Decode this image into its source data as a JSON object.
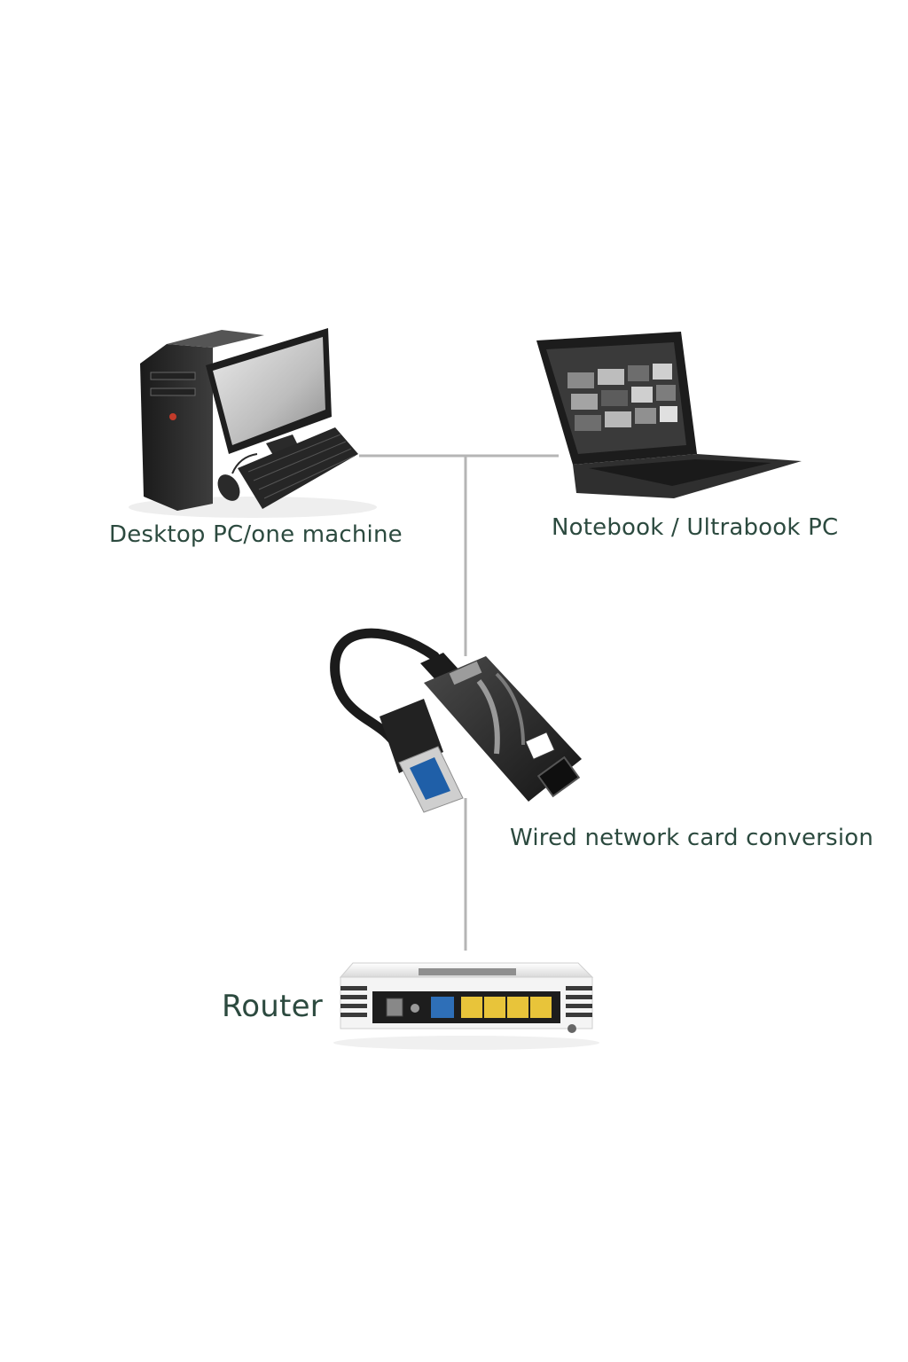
{
  "labels": {
    "desktop": "Desktop PC/one machine",
    "notebook": "Notebook / Ultrabook PC",
    "adapter": "Wired network card conversion",
    "router": "Router"
  },
  "icons": {
    "desktop": "desktop-pc-icon",
    "notebook": "laptop-icon",
    "adapter": "usb-ethernet-adapter-icon",
    "router": "router-icon"
  },
  "colors": {
    "label_text": "#2c4a3f",
    "connector_line": "#b5b5b5",
    "adapter_body": "#2b2b2b",
    "router_port": "#e8c43a",
    "router_wan_port": "#2e6fb8"
  }
}
